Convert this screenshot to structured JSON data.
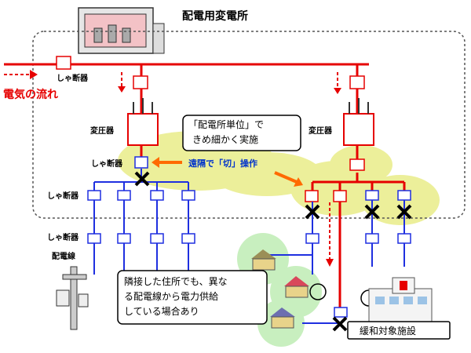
{
  "title": "配電用変電所",
  "labels": {
    "breaker_top": "しゃ断器",
    "flow": "電気の流れ",
    "transformer_left": "変圧器",
    "transformer_right": "変圧器",
    "breaker_mid": "しゃ断器",
    "breaker_row1": "しゃ断器",
    "breaker_row2": "しゃ断器",
    "line": "配電線",
    "remote": "遠隔で「切」操作",
    "facility": "緩和対象施設"
  },
  "callout_unit": [
    "「配電所単位」で",
    "きめ細かく実施"
  ],
  "callout_adjacent": [
    "隣接した住所でも、異な",
    "る配電線から電力供給",
    "している場合あり"
  ],
  "colors": {
    "power_red": "#e60000",
    "line_blue": "#1f2fe0",
    "highlight": "#ecef9a",
    "house_bg": "#c8efbf",
    "arrow_orange": "#ff6a00"
  }
}
